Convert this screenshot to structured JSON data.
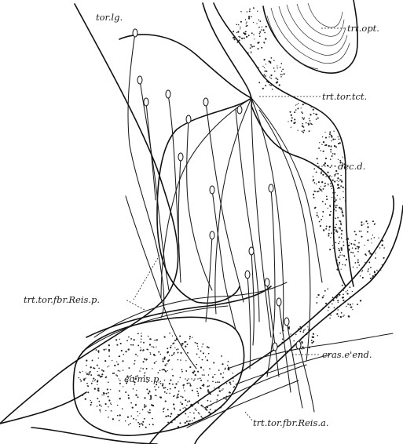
{
  "labels": {
    "tor_lg": "tor.lg.",
    "trt_opt": "trt.opt.",
    "trt_tor_tct": "trt.tor.tct.",
    "dec_d": "dec.d.",
    "trt_tor_fbr_reis_p": "trt.tor.fbr.Reis.p.",
    "cras_e_end": "cras.e'end.",
    "coms_p": "co'ms.p.",
    "trt_tor_fbr_reis_a": "trt.tor.fbr.Reis.a."
  }
}
